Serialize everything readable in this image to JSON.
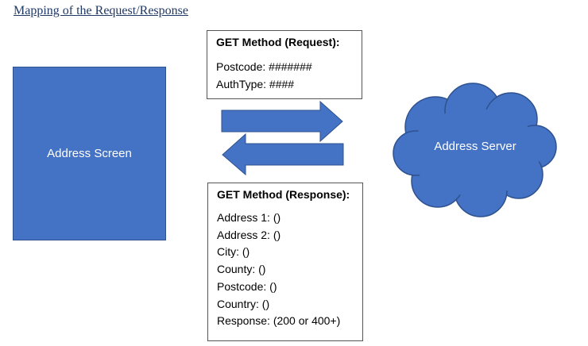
{
  "title": "Mapping of the Request/Response",
  "address_screen": {
    "label": "Address Screen"
  },
  "address_server": {
    "label": "Address Server"
  },
  "request": {
    "title": "GET Method (Request):",
    "fields": [
      "Postcode: #######",
      "AuthType: ####"
    ]
  },
  "response": {
    "title": "GET Method (Response):",
    "fields": [
      "Address 1: ()",
      "Address 2: ()",
      "City: ()",
      "County: ()",
      "Postcode: ()",
      "Country: ()",
      "Response: (200 or 400+)"
    ]
  },
  "colors": {
    "shape_fill": "#4472c4",
    "shape_stroke": "#2f528f",
    "title_text": "#1f3864"
  }
}
